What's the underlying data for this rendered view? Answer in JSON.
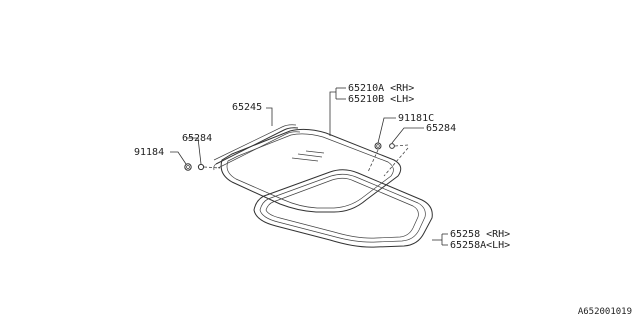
{
  "labels": {
    "p65245": "65245",
    "p65210a": "65210A <RH>",
    "p65210b": "65210B <LH>",
    "p91181c": "91181C",
    "p65284_right": "65284",
    "p65284_left": "65284",
    "p91184": "91184",
    "p65258": "65258  <RH>",
    "p65258a": "65258A<LH>"
  },
  "figure_code": "A652001019"
}
